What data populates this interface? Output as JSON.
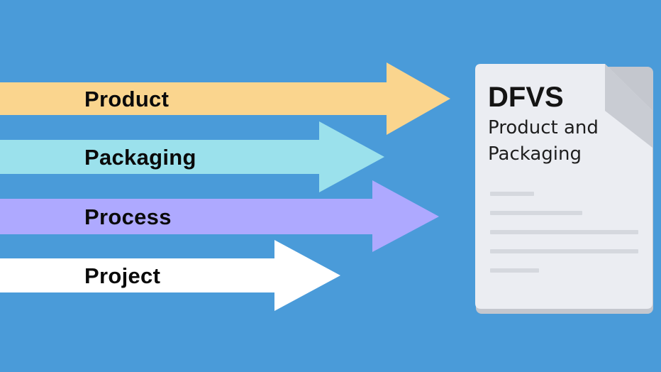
{
  "diagram": {
    "background_color": "#4a9bd9",
    "arrows": [
      {
        "label": "Product",
        "color": "#fad58e"
      },
      {
        "label": "Packaging",
        "color": "#9be1ec"
      },
      {
        "label": "Process",
        "color": "#aea9ff"
      },
      {
        "label": "Project",
        "color": "#ffffff"
      }
    ],
    "document": {
      "icon": "document-icon",
      "title": "DFVS",
      "subtitle_line1": "Product and",
      "subtitle_line2": "Packaging",
      "paper_color": "#ebedf2",
      "fold_color": "#c9ccd3",
      "text_line_color": "#d5d8de"
    }
  }
}
